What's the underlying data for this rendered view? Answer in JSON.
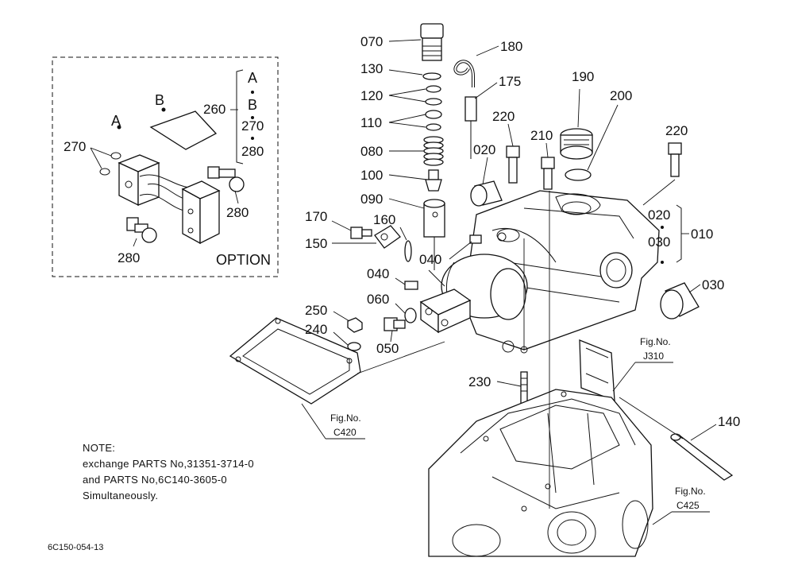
{
  "parts": {
    "p070": "070",
    "p180": "180",
    "p130": "130",
    "p175": "175",
    "p120": "120",
    "p110": "110",
    "p080": "080",
    "p100": "100",
    "p090": "090",
    "p190": "190",
    "p200": "200",
    "p220a": "220",
    "p220b": "220",
    "p210": "210",
    "p020a": "020",
    "p020b": "020",
    "p030a": "030",
    "p030b": "030",
    "p010": "010",
    "p170": "170",
    "p160": "160",
    "p150": "150",
    "p040a": "040",
    "p040b": "040",
    "p060": "060",
    "p050": "050",
    "p250": "250",
    "p240": "240",
    "p230": "230",
    "p140": "140"
  },
  "option": {
    "title": "OPTION",
    "labelA": "A",
    "labelB": "B",
    "p260": "260",
    "p270": "270",
    "p280a": "280",
    "p280b": "280",
    "bracket_A": "A",
    "bracket_B": "B",
    "bracket_270": "270",
    "bracket_280": "280"
  },
  "figrefs": {
    "j310_a": "Fig.No.",
    "j310_b": "J310",
    "c420_a": "Fig.No.",
    "c420_b": "C420",
    "c425_a": "Fig.No.",
    "c425_b": "C425"
  },
  "note": {
    "heading": "NOTE:",
    "line1": "exchange PARTS No,31351-3714-0",
    "line2": "and PARTS No,6C140-3605-0",
    "line3": "Simultaneously."
  },
  "footer_code": "6C150-054-13"
}
